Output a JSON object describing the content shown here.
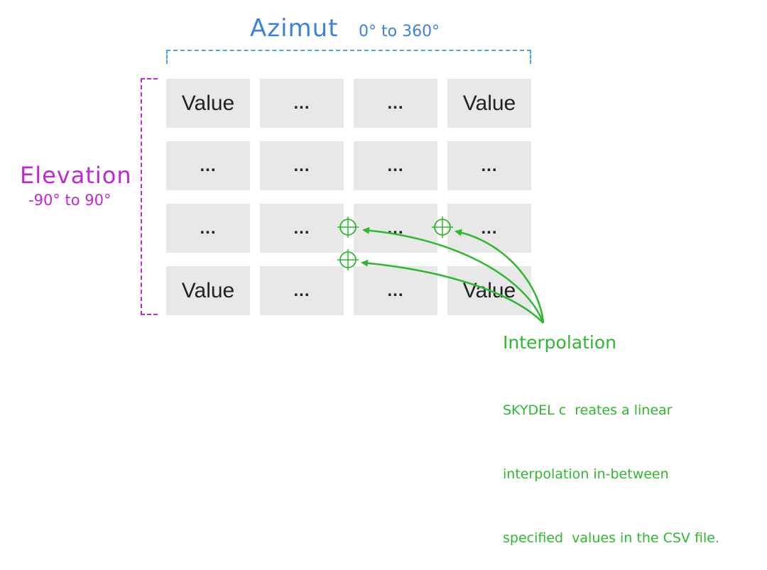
{
  "azimut": {
    "title": "Azimut",
    "range": "0° to 360°"
  },
  "elevation": {
    "title": "Elevation",
    "range": "-90°  to 90°"
  },
  "grid": {
    "rows": [
      [
        "Value",
        "...",
        "...",
        "Value"
      ],
      [
        "...",
        "...",
        "...",
        "..."
      ],
      [
        "...",
        "...",
        "...",
        "..."
      ],
      [
        "Value",
        "...",
        "...",
        "Value"
      ]
    ]
  },
  "interpolation": {
    "title": "Interpolation",
    "lines": [
      "SKYDEL c  reates a linear",
      "interpolation in-between",
      "specified  values in the CSV file."
    ]
  },
  "colors": {
    "azimut": "#3b82e0",
    "elevation": "#c026d3",
    "interpolation": "#2eb82e",
    "cell": "#e8e8e8"
  },
  "icons": {
    "target": "crosshair-target-icon"
  }
}
